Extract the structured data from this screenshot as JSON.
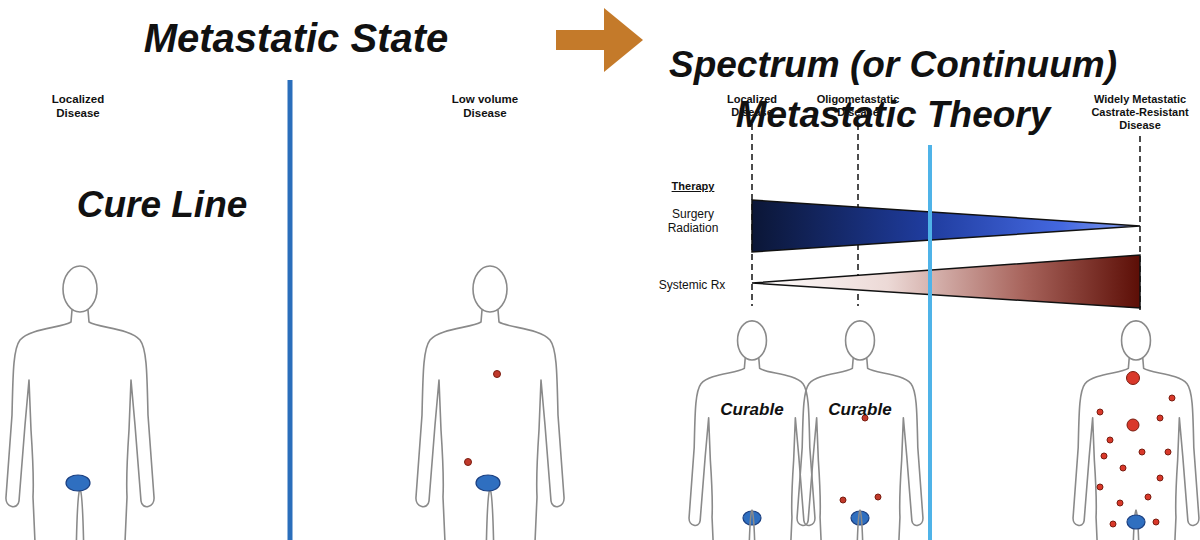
{
  "diagram": {
    "title": "Metastatic State",
    "nodes": [
      {
        "text": [
          "Curable"
        ]
      },
      {
        "text": [
          "Curable"
        ]
      }
    ],
    "labels": [
      "Localized Disease",
      "Cure Line",
      "Low volume Disease",
      "Spectrum (or Continuum) Metastatic Theory",
      "Localized Disease",
      "Oligometastatic Disease",
      "Widely Metastatic Castrate-Resistant Disease",
      "Therapy",
      "Surgery Radiation",
      "Systemic Rx"
    ]
  }
}
